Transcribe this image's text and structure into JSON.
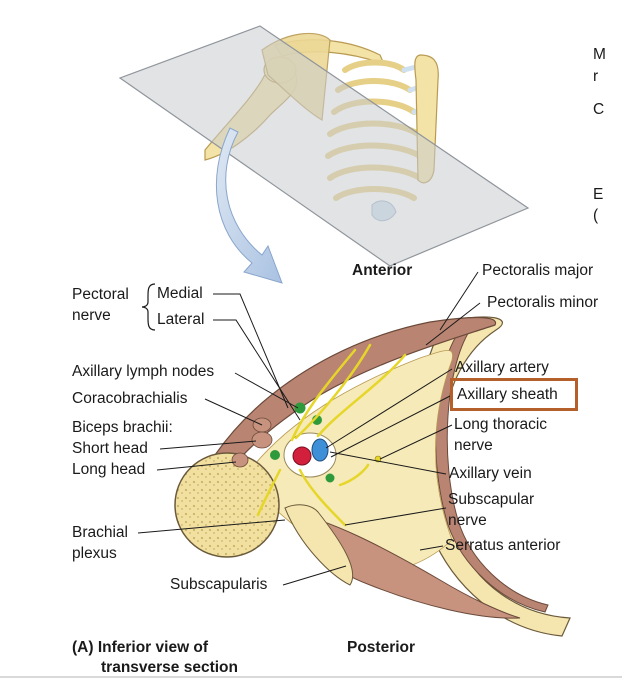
{
  "labels": {
    "anterior": "Anterior",
    "posterior": "Posterior",
    "pectoralis_major": "Pectoralis major",
    "pectoralis_minor": "Pectoralis minor",
    "pectoral": "Pectoral",
    "nerve": "nerve",
    "medial": "Medial",
    "lateral": "Lateral",
    "axillary_lymph_nodes": "Axillary lymph nodes",
    "coracobrachialis": "Coracobrachialis",
    "biceps_brachii": "Biceps brachii:",
    "short_head": "Short head",
    "long_head": "Long head",
    "brachial": "Brachial",
    "plexus": "plexus",
    "subscapularis": "Subscapularis",
    "axillary_artery": "Axillary artery",
    "axillary_sheath": "Axillary sheath",
    "long_thoracic": "Long thoracic",
    "long_thoracic_nerve": "nerve",
    "axillary_vein": "Axillary vein",
    "subscapular": "Subscapular",
    "subscapular_nerve": "nerve",
    "serratus_anterior": "Serratus anterior"
  },
  "caption": {
    "part_a": "(A) Inferior view of",
    "part_b": "transverse section"
  },
  "clipped_margin": [
    "M",
    "r",
    "C",
    "E",
    "("
  ],
  "colors": {
    "highlight_box": "#b5602a",
    "bone": "#f3e3a6",
    "muscle": "#b98472",
    "artery": "#d21f3c",
    "vein": "#3d8fd8",
    "nerve": "#e6d62a",
    "lymph": "#2f9a3c",
    "arrow": "#b9cde6"
  }
}
